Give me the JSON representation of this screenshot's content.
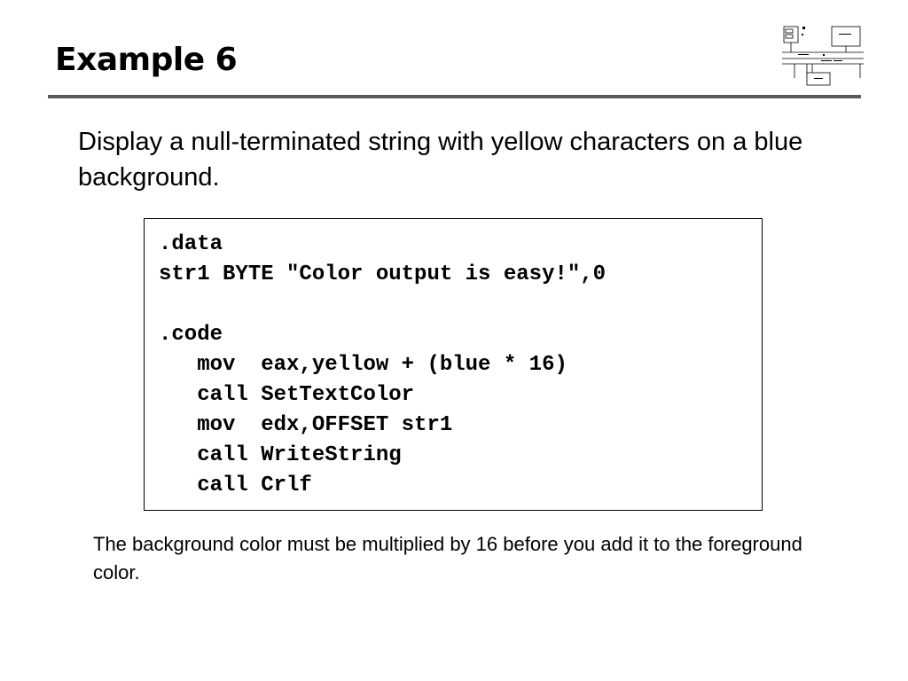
{
  "slide": {
    "title": "Example 6",
    "intro": "Display a null-terminated string with yellow characters on a blue background.",
    "note": "The background color must be multiplied by 16 before you add it to the foreground color."
  },
  "logo": {
    "icon": "computer-architecture-diagram-icon"
  },
  "code": {
    "lines": [
      ".data",
      "str1 BYTE \"Color output is easy!\",0",
      "",
      ".code",
      "   mov  eax,yellow + (blue * 16)",
      "   call SetTextColor",
      "   mov  edx,OFFSET str1",
      "   call WriteString",
      "   call Crlf"
    ]
  }
}
